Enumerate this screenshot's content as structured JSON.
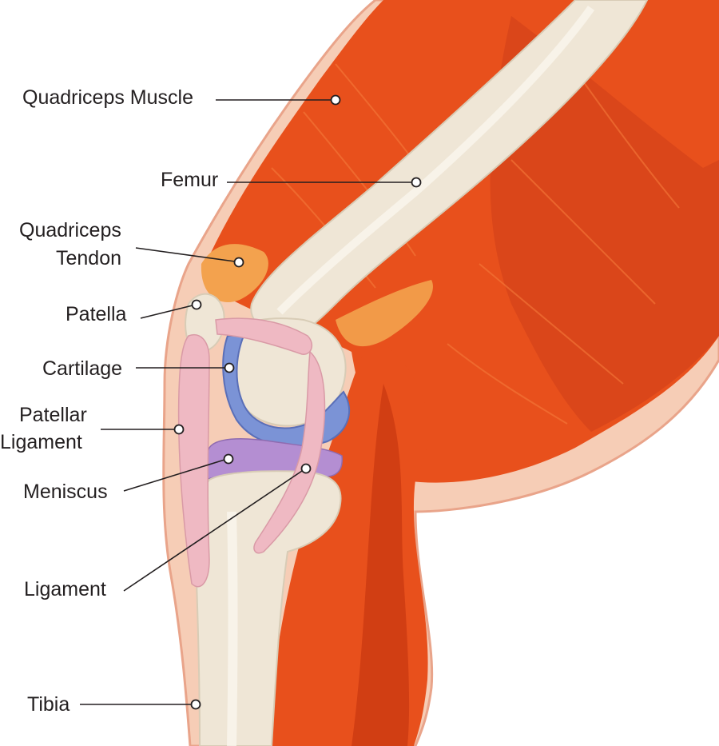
{
  "labels": {
    "quadriceps_muscle": "Quadriceps Muscle",
    "femur": "Femur",
    "quadriceps_tendon_line1": "Quadriceps",
    "quadriceps_tendon_line2": "Tendon",
    "patella": "Patella",
    "cartilage": "Cartilage",
    "patellar_ligament_line1": "Patellar",
    "patellar_ligament_line2": "Ligament",
    "meniscus": "Meniscus",
    "ligament": "Ligament",
    "tibia": "Tibia"
  },
  "colors": {
    "skin": "#f6cdb6",
    "skin_edge": "#e9a48a",
    "muscle": "#e8501c",
    "muscle_dark": "#c8360f",
    "muscle_light": "#f57a3a",
    "bone": "#efe6d6",
    "bone_shade": "#d8ccb6",
    "tendon": "#f3a24e",
    "ligament": "#efb9c3",
    "cartilage": "#7b93d6",
    "meniscus": "#b48ed2"
  }
}
